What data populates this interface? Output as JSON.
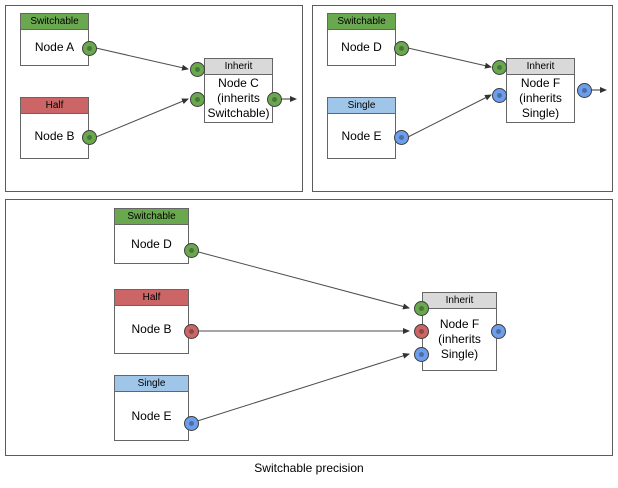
{
  "caption": "Switchable precision",
  "colors": {
    "switchable": "#6aa84f",
    "half": "#cc6666",
    "single": "#9fc5e8",
    "inherit": "#d9d9d9",
    "port_green": "#6aa84f",
    "port_red": "#cc6666",
    "port_blue": "#6d9eeb",
    "panel_border": "#5c5c5c",
    "node_border": "#666666",
    "edge": "#4d4d4d"
  },
  "panels": [
    {
      "id": "panel-1",
      "nodes": [
        {
          "id": "node-a",
          "header": "Switchable",
          "body": "Node A",
          "header_type": "switchable"
        },
        {
          "id": "node-b",
          "header": "Half",
          "body": "Node B",
          "header_type": "half"
        },
        {
          "id": "node-c",
          "header": "Inherit",
          "body": "Node C\n(inherits\nSwitchable)",
          "header_type": "inherit"
        }
      ],
      "ports": [
        {
          "id": "node-a-out",
          "color": "green"
        },
        {
          "id": "node-b-out",
          "color": "green"
        },
        {
          "id": "node-c-in-1",
          "color": "green"
        },
        {
          "id": "node-c-in-2",
          "color": "green"
        },
        {
          "id": "node-c-out",
          "color": "green"
        }
      ]
    },
    {
      "id": "panel-2",
      "nodes": [
        {
          "id": "node-d",
          "header": "Switchable",
          "body": "Node D",
          "header_type": "switchable"
        },
        {
          "id": "node-e",
          "header": "Single",
          "body": "Node E",
          "header_type": "single"
        },
        {
          "id": "node-f",
          "header": "Inherit",
          "body": "Node F\n(inherits\nSingle)",
          "header_type": "inherit"
        }
      ],
      "ports": [
        {
          "id": "node-d-out",
          "color": "green"
        },
        {
          "id": "node-e-out",
          "color": "blue"
        },
        {
          "id": "node-f-in-1",
          "color": "green"
        },
        {
          "id": "node-f-in-2",
          "color": "blue"
        },
        {
          "id": "node-f-out",
          "color": "blue"
        }
      ]
    },
    {
      "id": "panel-3",
      "nodes": [
        {
          "id": "node-d2",
          "header": "Switchable",
          "body": "Node D",
          "header_type": "switchable"
        },
        {
          "id": "node-b2",
          "header": "Half",
          "body": "Node B",
          "header_type": "half"
        },
        {
          "id": "node-e2",
          "header": "Single",
          "body": "Node E",
          "header_type": "single"
        },
        {
          "id": "node-f2",
          "header": "Inherit",
          "body": "Node F\n(inherits\nSingle)",
          "header_type": "inherit"
        }
      ],
      "ports": [
        {
          "id": "node-d2-out",
          "color": "green"
        },
        {
          "id": "node-b2-out",
          "color": "red"
        },
        {
          "id": "node-e2-out",
          "color": "blue"
        },
        {
          "id": "node-f2-in-1",
          "color": "green"
        },
        {
          "id": "node-f2-in-2",
          "color": "red"
        },
        {
          "id": "node-f2-in-3",
          "color": "blue"
        },
        {
          "id": "node-f2-out",
          "color": "blue"
        }
      ]
    }
  ]
}
